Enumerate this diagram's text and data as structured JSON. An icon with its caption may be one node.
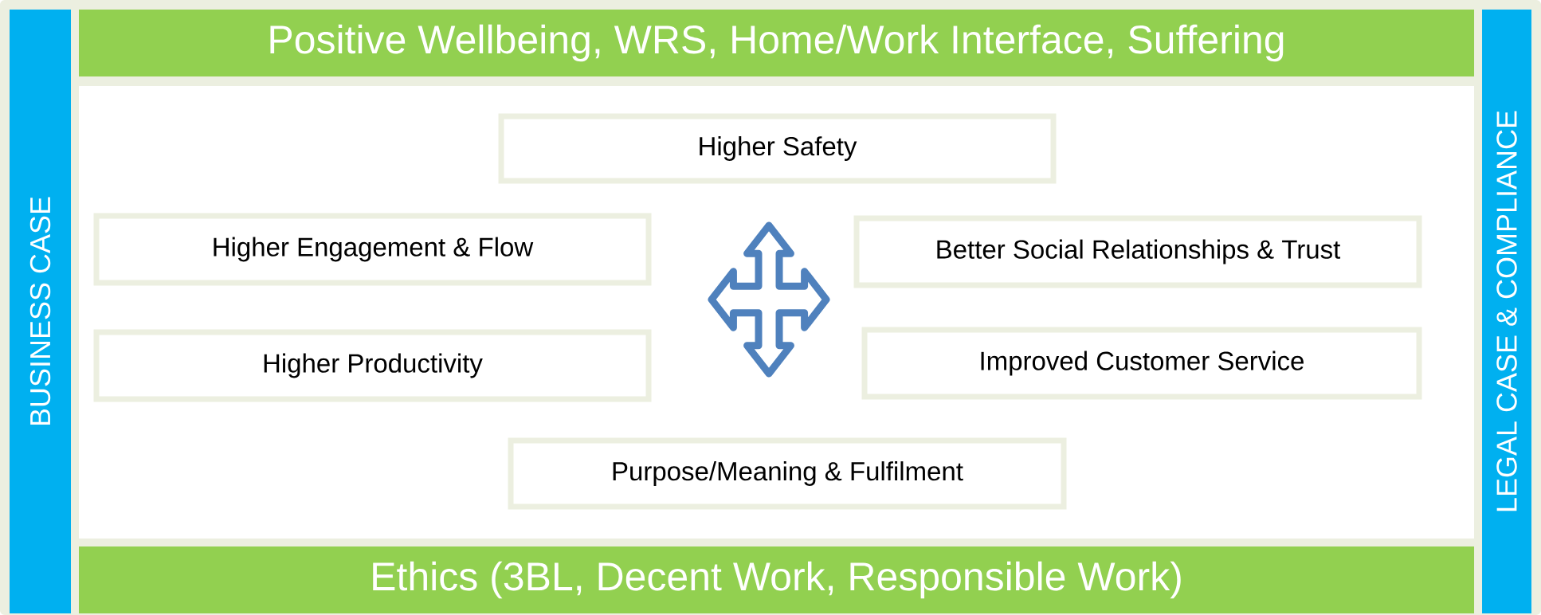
{
  "diagram": {
    "nodes": [
      {
        "text": [
          "Positive Wellbeing, WRS, Home/Work Interface, Suffering"
        ]
      },
      {
        "text": [
          "BUSINESS CASE"
        ]
      },
      {
        "text": [
          "LEGAL CASE & COMPLIANCE"
        ]
      },
      {
        "text": [
          "Higher Safety"
        ]
      },
      {
        "text": [
          "Higher Engagement & Flow"
        ]
      },
      {
        "text": [
          "Better Social Relationships & Trust"
        ]
      },
      {
        "text": [
          "Higher Productivity"
        ]
      },
      {
        "text": [
          "Improved Customer Service"
        ]
      },
      {
        "text": [
          "Purpose/Meaning & Fulfilment"
        ]
      },
      {
        "text": [
          "Ethics (3BL, Decent Work, Responsible Work)"
        ]
      }
    ]
  }
}
